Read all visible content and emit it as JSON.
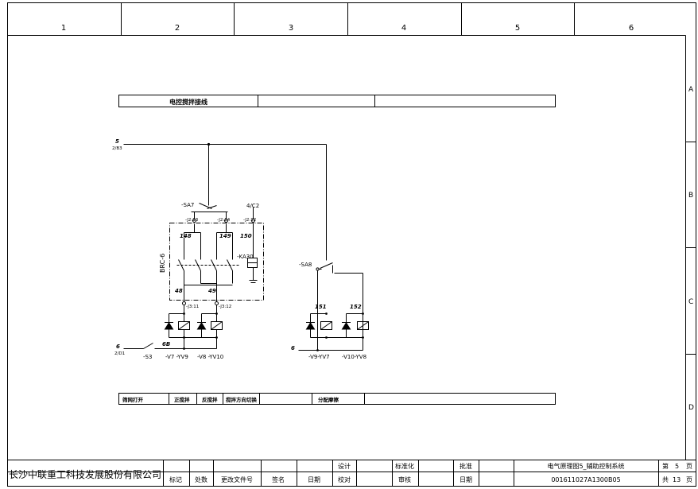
{
  "columns": [
    "1",
    "2",
    "3",
    "4",
    "5",
    "6"
  ],
  "rows": [
    "A",
    "B",
    "C",
    "D"
  ],
  "top_bar": {
    "title": "电控搅拌接线"
  },
  "bottom_bar": {
    "labels": [
      "筛网打开",
      "正搅拌",
      "反搅拌",
      "搅拌方向切换",
      "",
      "分配摩擦"
    ]
  },
  "refs": {
    "feed_num": "5",
    "feed_ref": "2/B3",
    "ret_num": "6",
    "ret_ref": "2/D1",
    "left6": "6",
    "sa7": "-SA7",
    "sa8": "-SA8",
    "kref": "4/C2",
    "t_j213": "-J2:13",
    "t_j214": "-J2:14",
    "t_j212": "-J2:12",
    "w148": "148",
    "w149": "149",
    "w150": "150",
    "w48": "48",
    "w49": "49",
    "ka30": "-KA30",
    "brc": "BRC-6",
    "t_j311": "-J3:11",
    "t_j312": "-J3:12",
    "w6b": "6B",
    "w151": "151",
    "w152": "152",
    "s3": "-S3",
    "yv9": "-V7 -YV9",
    "yv10": "-V8 -YV10",
    "yv7": "-V9-YV7",
    "yv8": "-V10-YV8"
  },
  "title_block": {
    "company": "长沙中联重工科技发展股份有限公司",
    "h_mark": "标记",
    "h_place": "处数",
    "h_doc": "更改文件号",
    "h_sign": "签名",
    "h_date": "日期",
    "design": "设计",
    "check": "校对",
    "standard": "标准化",
    "review": "审核",
    "approve": "批准",
    "date2": "日期",
    "drawing_title": "电气原理图5_辅助控制系统",
    "drawing_no": "001611027A1300B05",
    "page_lbl": "第",
    "page_no": "5",
    "page_unit": "页",
    "total_lbl": "共",
    "total_no": "13",
    "total_unit": "页"
  }
}
